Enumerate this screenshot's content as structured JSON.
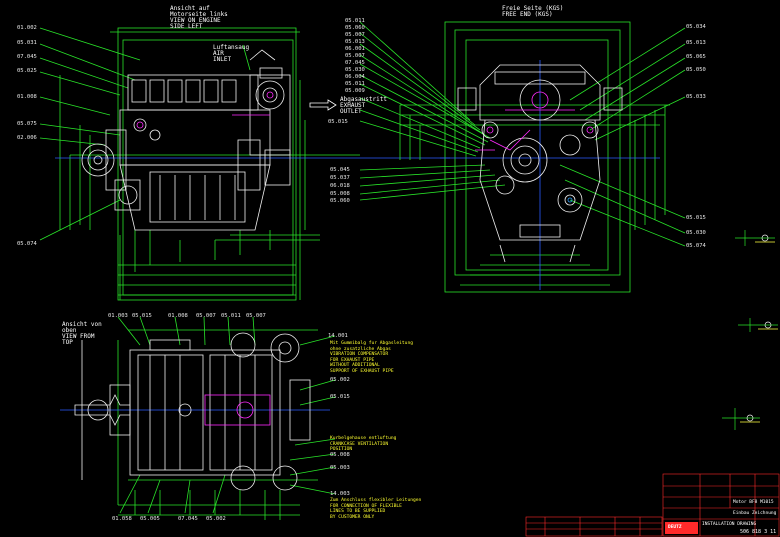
{
  "views": {
    "left": {
      "title": [
        "Ansicht auf",
        "Motorseite links",
        "VIEW ON ENGINE",
        "SIDE LEFT"
      ]
    },
    "free_end": {
      "title": [
        "Freie Seite (KGS)",
        "FREE END (KGS)"
      ]
    },
    "top": {
      "title": [
        "Ansicht von",
        "oben",
        "VIEW FROM",
        "TOP"
      ]
    }
  },
  "callouts": {
    "air_inlet": [
      "Luftansaug",
      "AIR",
      "INLET"
    ],
    "exhaust": [
      "Abgasaustritt",
      "EXHAUST",
      "OUTLET"
    ]
  },
  "labels_left": [
    "01.002",
    "05.031",
    "07.045",
    "05.025",
    "01.008",
    "05.075",
    "02.006",
    "05.074"
  ],
  "labels_center": [
    "05.011",
    "05.060",
    "05.007",
    "05.013",
    "06.001",
    "05.007",
    "07.045",
    "05.030",
    "06.004",
    "05.011",
    "05.009",
    "05.015",
    "05.045",
    "05.037",
    "06.018",
    "05.008",
    "05.060"
  ],
  "labels_right": [
    "05.034",
    "05.013",
    "05.065",
    "05.050",
    "05.033",
    "05.015",
    "05.030",
    "05.074"
  ],
  "labels_top_view": [
    "01.003",
    "05.015",
    "01.008",
    "05.007",
    "05.011",
    "05.007",
    "14.001"
  ],
  "labels_top_bottom": [
    "01.058",
    "05.005",
    "07.045",
    "05.002"
  ],
  "labels_top_right": [
    "05.002",
    "05.015",
    "05.008",
    "05.003",
    "14.003"
  ],
  "notes": {
    "n1": "Mit Gummibalg fur Abgasleitung\nohne zusatzliche Abgas\nVIBRATION COMPENSATOR\nFOR EXHAUST PIPE\nWITHOUT ADDITIONAL\nSUPPORT OF EXHAUST PIPE",
    "n2": "Kurbelgehause entluftung\nCRANKCASE VENTILATION\nPOSITION",
    "n3": "Zum Anschluss flexibler Leitungen\nFOR CONNECTION OF FLEXIBLE\nLINES TO BE SUPPLIED\nBY CUSTOMER ONLY"
  },
  "title_block": {
    "brand": "DEUTZ",
    "rows": [
      "Motor BF8 M1015",
      "Einbau Zeichnung",
      "INSTALLATION DRAWING"
    ],
    "drawing_no": "506 818 3 11"
  }
}
